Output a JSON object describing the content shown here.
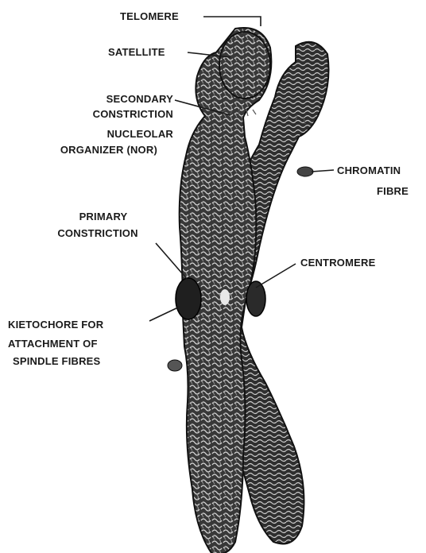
{
  "labels": {
    "telomere": "TELOMERE",
    "satellite": "SATELLITE",
    "nor_line1": "SECONDARY",
    "nor_line2": "CONSTRICTION",
    "nor_line3": "NUCLEOLAR",
    "nor_line4": "ORGANIZER (NOR)",
    "chromatin_line1": "CHROMATIN",
    "chromatin_line2": "FIBRE",
    "primary_line1": "PRIMARY",
    "primary_line2": "CONSTRICTION",
    "centromere": "CENTROMERE",
    "kinetochore_line1": "KIETOCHORE FOR",
    "kinetochore_line2": "ATTACHMENT OF",
    "kinetochore_line3": "SPINDLE FIBRES"
  },
  "colors": {
    "ink": "#1a1a1a",
    "chromatid_fill": "#3a3a3a",
    "chromatid_texture": "#cfcfcf",
    "background": "#ffffff"
  }
}
